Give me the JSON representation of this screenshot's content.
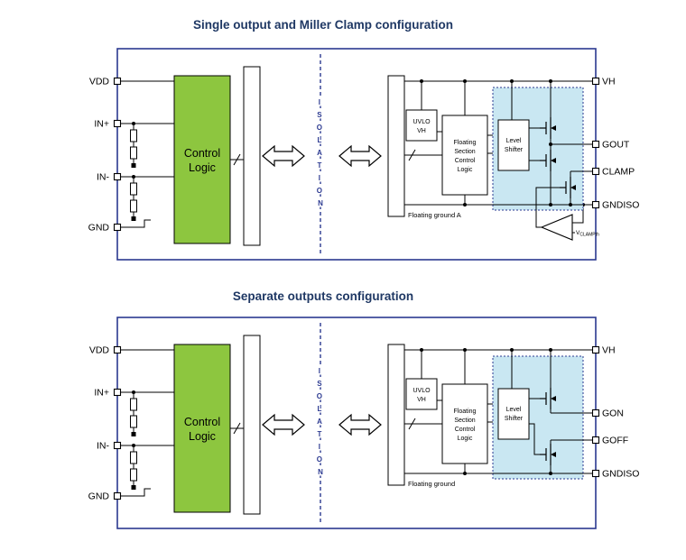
{
  "colors": {
    "title": "#1F3864",
    "navy": "#2B3990",
    "green": "#8DC63F",
    "light_blue": "#C9E7F2",
    "wire": "#000000"
  },
  "shared": {
    "isolation_letters": [
      "I",
      "S",
      "O",
      "L",
      "A",
      "T",
      "I",
      "O",
      "N"
    ],
    "control_logic": [
      "Control",
      "Logic"
    ],
    "uvlo": [
      "UVLO",
      "VH"
    ],
    "floating_section": [
      "Floating",
      "Section",
      "Control",
      "Logic"
    ],
    "level_shifter": [
      "Level",
      "Shifter"
    ]
  },
  "diagram1": {
    "title": "Single output and Miller Clamp configuration",
    "left_pins": [
      "VDD",
      "IN+",
      "IN-",
      "GND"
    ],
    "right_pins": [
      "VH",
      "GOUT",
      "CLAMP",
      "GNDISO"
    ],
    "floating_ground_label": "Floating ground A",
    "clamp_threshold_label": "V",
    "clamp_threshold_sub": "CLAMPth"
  },
  "diagram2": {
    "title": "Separate outputs configuration",
    "left_pins": [
      "VDD",
      "IN+",
      "IN-",
      "GND"
    ],
    "right_pins": [
      "VH",
      "GON",
      "GOFF",
      "GNDISO"
    ],
    "floating_ground_label": "Floating ground"
  }
}
